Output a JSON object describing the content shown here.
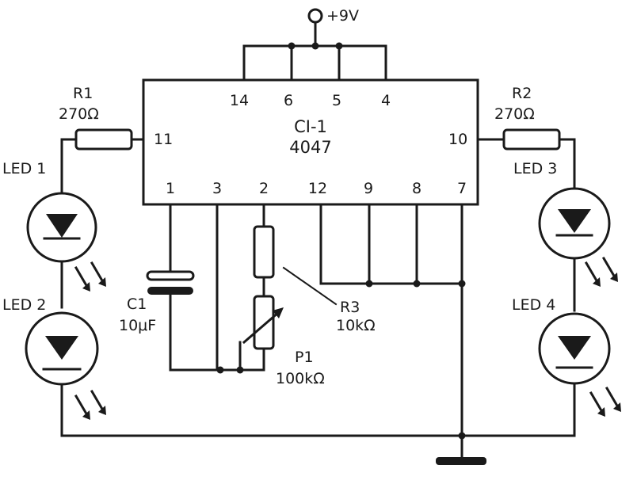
{
  "supply": {
    "label": "+9V"
  },
  "ic": {
    "name": "CI-1",
    "part": "4047",
    "pins_top": [
      "14",
      "6",
      "5",
      "4"
    ],
    "pin_left": "11",
    "pin_right": "10",
    "pins_bottom": [
      "1",
      "3",
      "2",
      "12",
      "9",
      "8",
      "7"
    ]
  },
  "r1": {
    "name": "R1",
    "value": "270Ω"
  },
  "r2": {
    "name": "R2",
    "value": "270Ω"
  },
  "r3": {
    "name": "R3",
    "value": "10kΩ"
  },
  "p1": {
    "name": "P1",
    "value": "100kΩ"
  },
  "c1": {
    "name": "C1",
    "value": "10μF"
  },
  "leds": [
    "LED 1",
    "LED 2",
    "LED 3",
    "LED 4"
  ]
}
